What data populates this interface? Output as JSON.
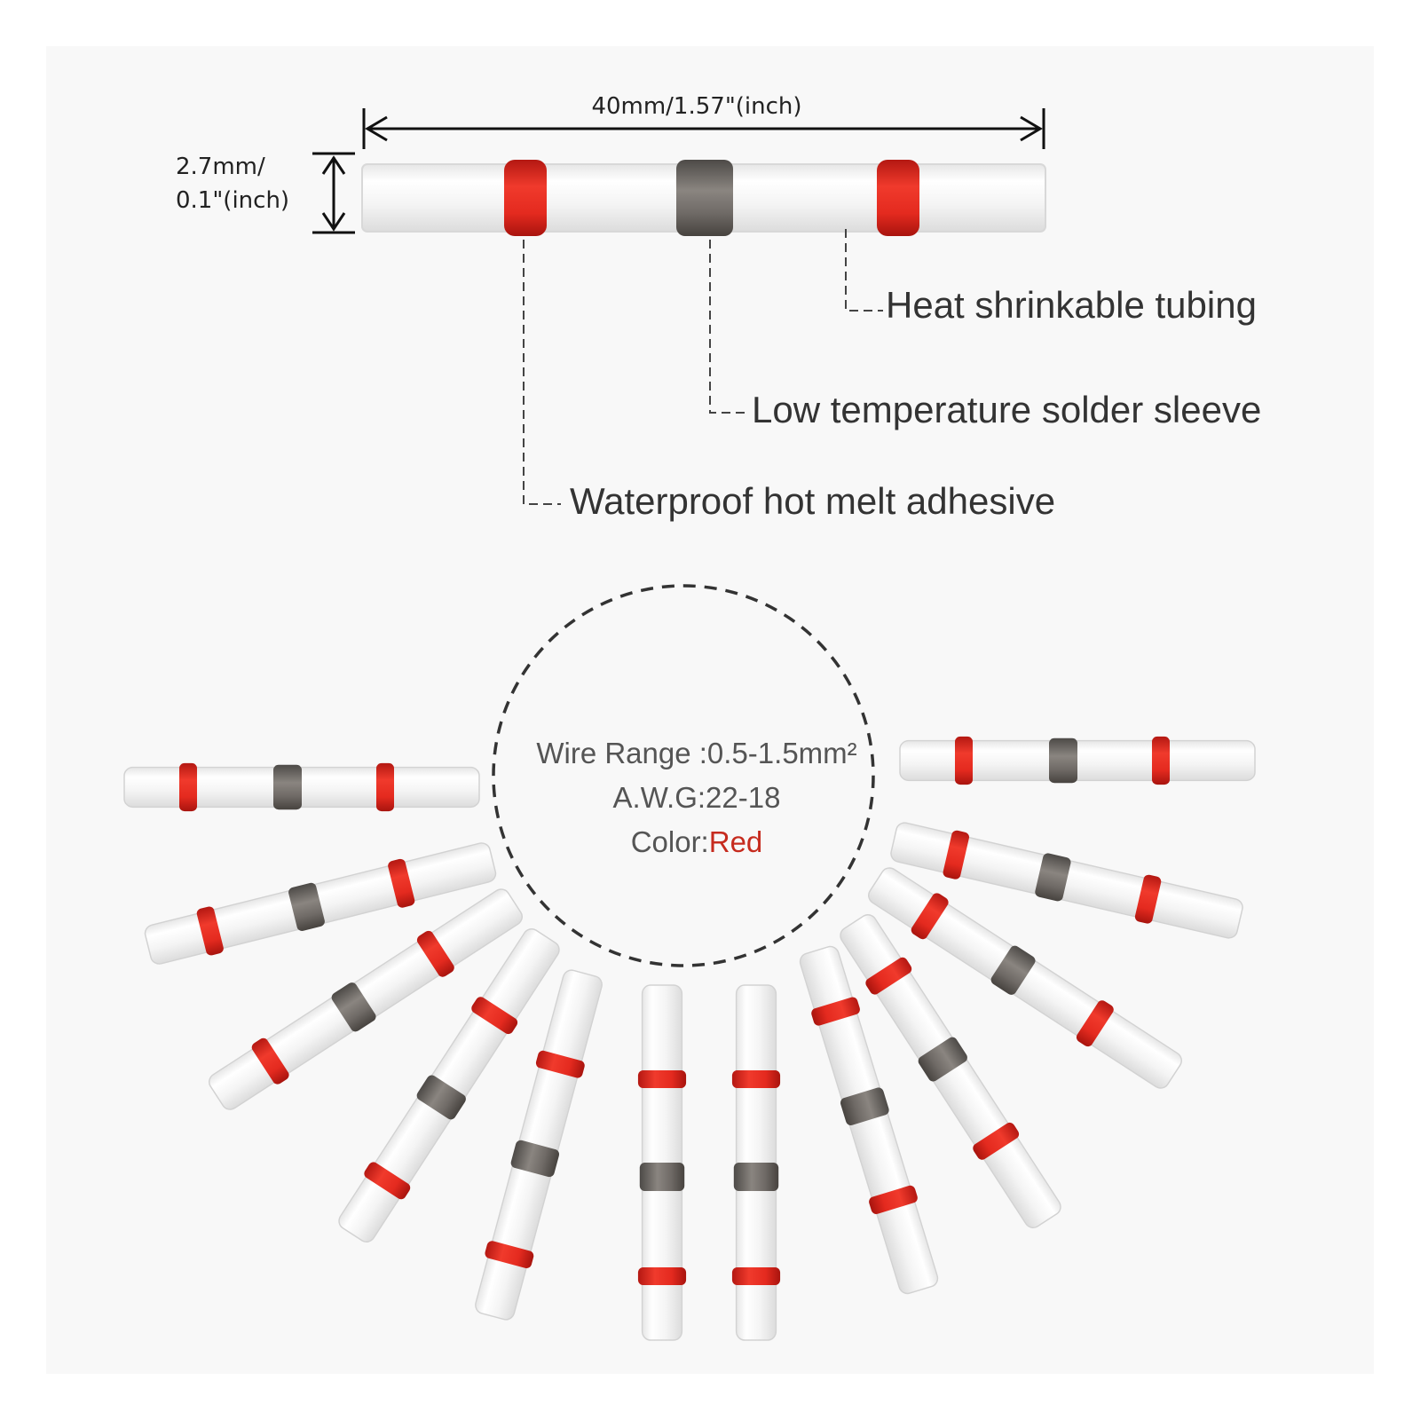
{
  "dimensions": {
    "length_label": "40mm/1.57\"(inch)",
    "diameter_line1": "2.7mm/",
    "diameter_line2": "0.1\"(inch)"
  },
  "callouts": {
    "tubing": "Heat shrinkable tubing",
    "solder": "Low temperature solder sleeve",
    "adhesive": "Waterproof hot melt adhesive"
  },
  "specs": {
    "wire_range": "Wire Range :0.5-1.5mm²",
    "awg": "A.W.G:22-18",
    "color_label": "Color:",
    "color_value": "Red"
  },
  "colors": {
    "band_red": "#e02a1f",
    "solder_grey": "#6e6a66",
    "tube_white": "#f3f3f3"
  },
  "icons": {
    "connector": "solder-seal-connector-icon",
    "arrows": "dimension-arrow-icon"
  }
}
